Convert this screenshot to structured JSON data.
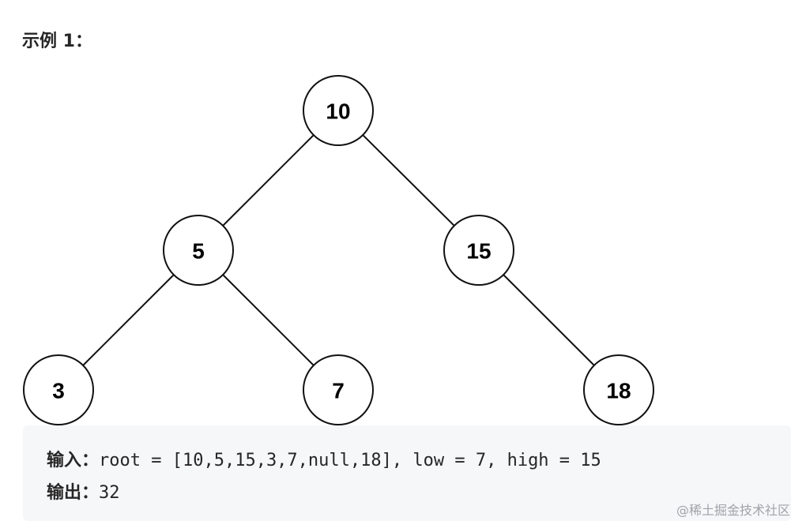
{
  "heading": "示例 1：",
  "tree": {
    "nodes": [
      {
        "id": "n10",
        "label": "10"
      },
      {
        "id": "n5",
        "label": "5"
      },
      {
        "id": "n15",
        "label": "15"
      },
      {
        "id": "n3",
        "label": "3"
      },
      {
        "id": "n7",
        "label": "7"
      },
      {
        "id": "n18",
        "label": "18"
      }
    ],
    "edges": [
      {
        "from": "n10",
        "to": "n5"
      },
      {
        "from": "n10",
        "to": "n15"
      },
      {
        "from": "n5",
        "to": "n3"
      },
      {
        "from": "n5",
        "to": "n7"
      },
      {
        "from": "n15",
        "to": "n18"
      }
    ]
  },
  "example": {
    "input_label": "输入：",
    "input_value": "root = [10,5,15,3,7,null,18], low = 7, high = 15",
    "output_label": "输出：",
    "output_value": "32"
  },
  "watermark": "@稀土掘金技术社区"
}
